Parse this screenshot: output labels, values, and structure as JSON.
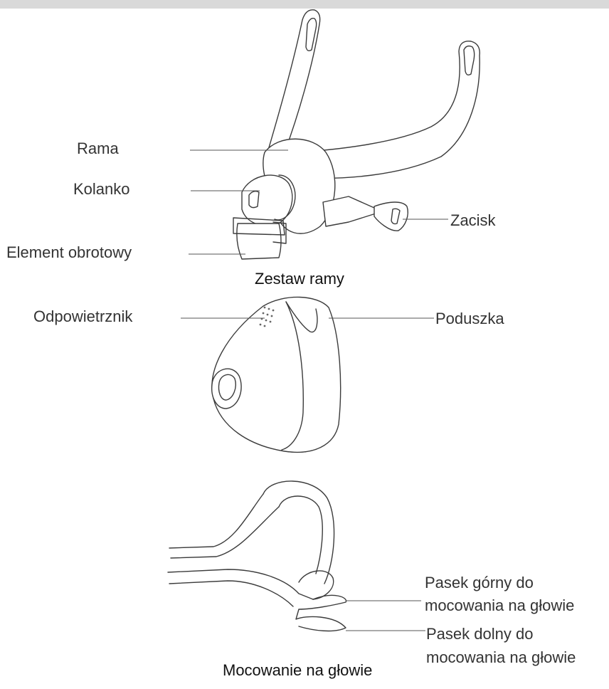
{
  "frame_assembly": {
    "caption": "Zestaw ramy",
    "labels": {
      "frame": "Rama",
      "elbow": "Kolanko",
      "swivel": "Element obrotowy",
      "clip": "Zacisk"
    }
  },
  "cushion": {
    "labels": {
      "vent": "Odpowietrznik",
      "cushion": "Poduszka"
    }
  },
  "headgear": {
    "caption": "Mocowanie na głowie",
    "labels": {
      "upper_strap_line1": "Pasek górny do",
      "upper_strap_line2": "mocowania na głowie",
      "lower_strap_line1": "Pasek dolny do",
      "lower_strap_line2": "mocowania na głowie"
    }
  }
}
